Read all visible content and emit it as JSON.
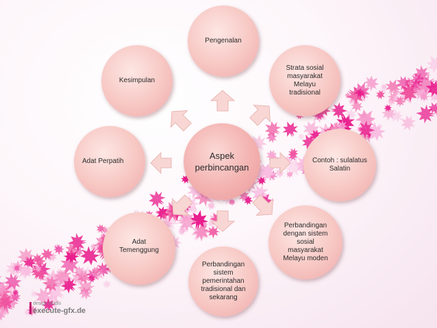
{
  "diagram": {
    "center": "Aspek perbincangan",
    "nodes": [
      {
        "label": "Pengenalan"
      },
      {
        "label": "Strata sosial masyarakat Melayu tradisional"
      },
      {
        "label": "Contoh : sulalatus Salatin"
      },
      {
        "label": "Perbandingan dengan sistem sosial masyarakat Melayu moden"
      },
      {
        "label": "Perbandingan sistem pemerintahan tradisional dan sekarang"
      },
      {
        "label": "Adat Temenggung"
      },
      {
        "label": "Adat Perpatih"
      },
      {
        "label": "Kesimpulan"
      }
    ]
  },
  "watermark": {
    "line1": "design studio",
    "line2": "execute-gfx.de"
  },
  "colors": {
    "node_fill": "#f7c7c3",
    "arrow_fill": "#f8d6d3",
    "leaf_pink": "#e8188a",
    "leaf_light": "#f59acb"
  }
}
